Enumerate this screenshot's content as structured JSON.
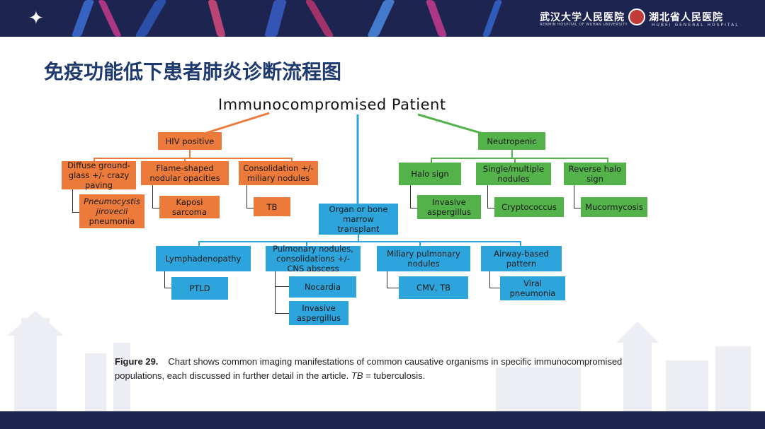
{
  "header": {
    "hospital_left_name": "武汉大学人民医院",
    "hospital_left_sub": "RENMIN HOSPITAL OF WUHAN UNIVERSITY",
    "hospital_right_name": "湖北省人民医院",
    "hospital_right_sub": "HUBEI GENERAL HOSPITAL"
  },
  "slide": {
    "title": "免疫功能低下患者肺炎诊断流程图"
  },
  "diagram": {
    "root": "Immunocompromised Patient",
    "hiv": {
      "label": "HIV positive",
      "diffuse": "Diffuse ground-glass +/- crazy paving",
      "pcp_italic": "Pneumocystis jirovecii",
      "pcp_tail": "pneumonia",
      "flame": "Flame-shaped nodular opacities",
      "kaposi": "Kaposi sarcoma",
      "consolidation": "Consolidation +/- miliary nodules",
      "tb": "TB"
    },
    "neutropenic": {
      "label": "Neutropenic",
      "halo": "Halo sign",
      "invasive": "Invasive aspergillus",
      "single_multiple": "Single/multiple nodules",
      "cryptococcus": "Cryptococcus",
      "reverse_halo": "Reverse halo sign",
      "mucormycosis": "Mucormycosis"
    },
    "transplant": {
      "label": "Organ or bone marrow transplant",
      "lymph": "Lymphadenopathy",
      "ptld": "PTLD",
      "pulm": "Pulmonary nodules, consolidations +/- CNS abscess",
      "nocardia": "Nocardia",
      "invasive": "Invasive aspergillus",
      "miliary": "Miliary pulmonary nodules",
      "cmv": "CMV, TB",
      "airway": "Airway-based pattern",
      "viral": "Viral pneumonia"
    }
  },
  "caption": {
    "figure_label": "Figure 29.",
    "text_a": "Chart shows common imaging manifestations of common causative organisms in specific immunocompromised populations, each discussed in further detail in the article. ",
    "tb_abbr": "TB",
    "text_b": " = tuberculosis."
  },
  "colors": {
    "hiv_branch": "#ec7a3b",
    "neutropenic_branch": "#54b24a",
    "transplant_branch": "#2ea4dc",
    "header_bg": "#1d2450",
    "title_color": "#1f3a6e"
  }
}
